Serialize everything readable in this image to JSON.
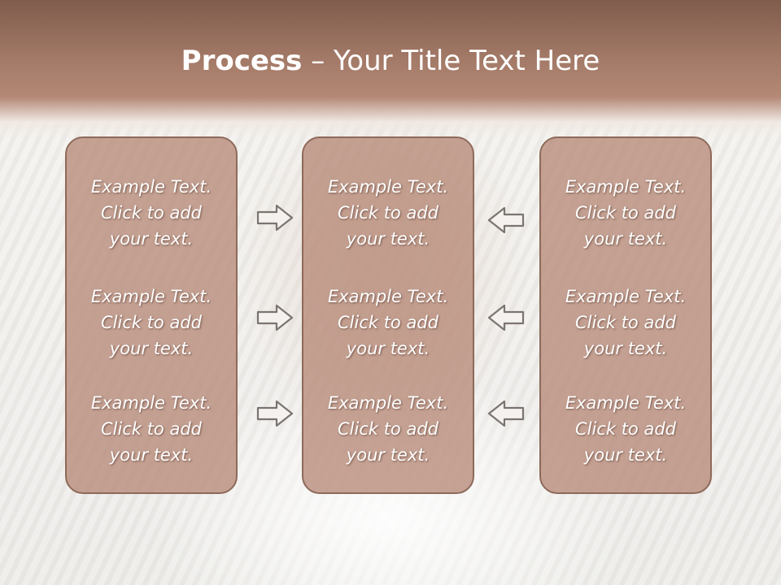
{
  "title": {
    "bold": "Process",
    "separator": " – ",
    "rest": "Your Title Text Here"
  },
  "columns": [
    {
      "items": [
        {
          "line1": "Example Text.",
          "line2": "Click  to add",
          "line3": "your text."
        },
        {
          "line1": "Example Text.",
          "line2": "Click  to add",
          "line3": "your text."
        },
        {
          "line1": "Example Text.",
          "line2": "Click  to add",
          "line3": "your text."
        }
      ]
    },
    {
      "items": [
        {
          "line1": "Example Text.",
          "line2": "Click  to add",
          "line3": "your text."
        },
        {
          "line1": "Example Text.",
          "line2": "Click  to add",
          "line3": "your text."
        },
        {
          "line1": "Example Text.",
          "line2": "Click  to add",
          "line3": "your text."
        }
      ]
    },
    {
      "items": [
        {
          "line1": "Example Text.",
          "line2": "Click  to add",
          "line3": "your text."
        },
        {
          "line1": "Example Text.",
          "line2": "Click  to add",
          "line3": "your text."
        },
        {
          "line1": "Example Text.",
          "line2": "Click  to add",
          "line3": "your text."
        }
      ]
    }
  ],
  "arrows": {
    "left_group": "right-arrow-icon",
    "right_group": "left-arrow-icon"
  },
  "colors": {
    "header": "#a27866",
    "box_fill": "#b88c7a",
    "box_border": "#8e6a5a",
    "text": "#ffffff"
  }
}
